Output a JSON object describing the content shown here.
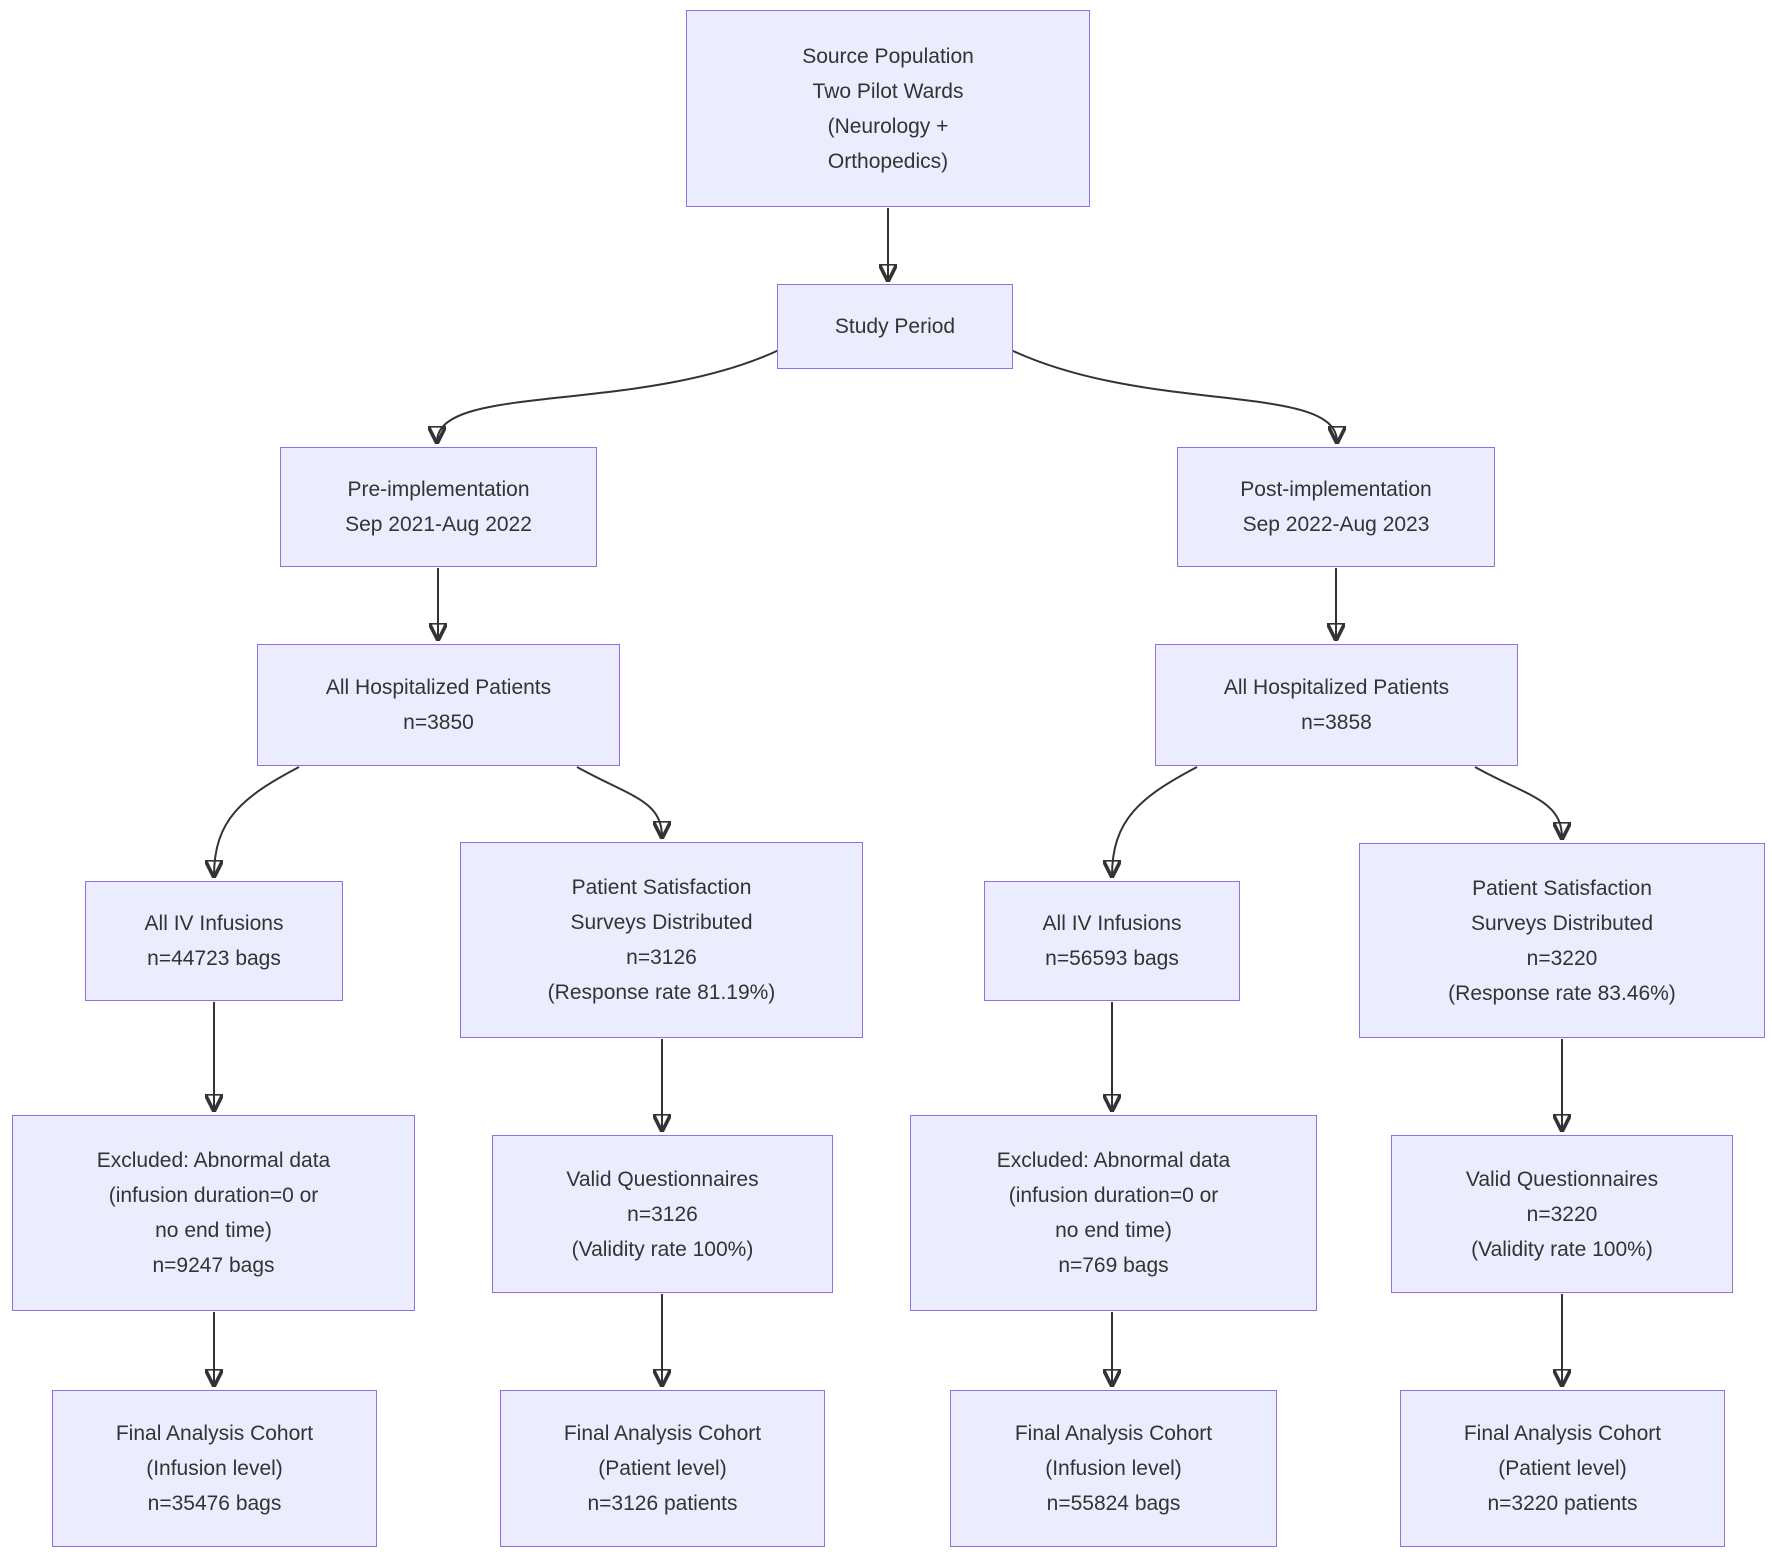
{
  "diagram": {
    "type": "flowchart",
    "colors": {
      "node_fill": "#ECECFF",
      "node_border": "#9370DB",
      "text": "#333333",
      "edge": "#333333",
      "background": "#FFFFFF"
    },
    "nodes": [
      {
        "id": "source",
        "lines": [
          "Source Population",
          "Two Pilot Wards",
          "(Neurology +",
          "Orthopedics)"
        ]
      },
      {
        "id": "period",
        "lines": [
          "Study Period"
        ]
      },
      {
        "id": "pre",
        "lines": [
          "Pre-implementation",
          "Sep 2021-Aug 2022"
        ]
      },
      {
        "id": "post",
        "lines": [
          "Post-implementation",
          "Sep 2022-Aug 2023"
        ]
      },
      {
        "id": "pre-hosp",
        "lines": [
          "All Hospitalized Patients",
          "n=3850"
        ]
      },
      {
        "id": "post-hosp",
        "lines": [
          "All Hospitalized Patients",
          "n=3858"
        ]
      },
      {
        "id": "pre-iv",
        "lines": [
          "All IV Infusions",
          "n=44723 bags"
        ]
      },
      {
        "id": "pre-survey",
        "lines": [
          "Patient Satisfaction",
          "Surveys Distributed",
          "n=3126",
          "(Response rate 81.19%)"
        ]
      },
      {
        "id": "post-iv",
        "lines": [
          "All IV Infusions",
          "n=56593 bags"
        ]
      },
      {
        "id": "post-survey",
        "lines": [
          "Patient Satisfaction",
          "Surveys Distributed",
          "n=3220",
          "(Response rate 83.46%)"
        ]
      },
      {
        "id": "pre-excluded",
        "lines": [
          "Excluded: Abnormal data",
          "(infusion duration=0 or",
          "no end time)",
          "n=9247 bags"
        ]
      },
      {
        "id": "pre-valid",
        "lines": [
          "Valid Questionnaires",
          "n=3126",
          "(Validity rate 100%)"
        ]
      },
      {
        "id": "post-excluded",
        "lines": [
          "Excluded: Abnormal data",
          "(infusion duration=0 or",
          "no end time)",
          "n=769 bags"
        ]
      },
      {
        "id": "post-valid",
        "lines": [
          "Valid Questionnaires",
          "n=3220",
          "(Validity rate 100%)"
        ]
      },
      {
        "id": "pre-final-infusion",
        "lines": [
          "Final Analysis Cohort",
          "(Infusion level)",
          "n=35476 bags"
        ]
      },
      {
        "id": "pre-final-patient",
        "lines": [
          "Final Analysis Cohort",
          "(Patient level)",
          "n=3126 patients"
        ]
      },
      {
        "id": "post-final-infusion",
        "lines": [
          "Final Analysis Cohort",
          "(Infusion level)",
          "n=55824 bags"
        ]
      },
      {
        "id": "post-final-patient",
        "lines": [
          "Final Analysis Cohort",
          "(Patient level)",
          "n=3220 patients"
        ]
      }
    ]
  }
}
